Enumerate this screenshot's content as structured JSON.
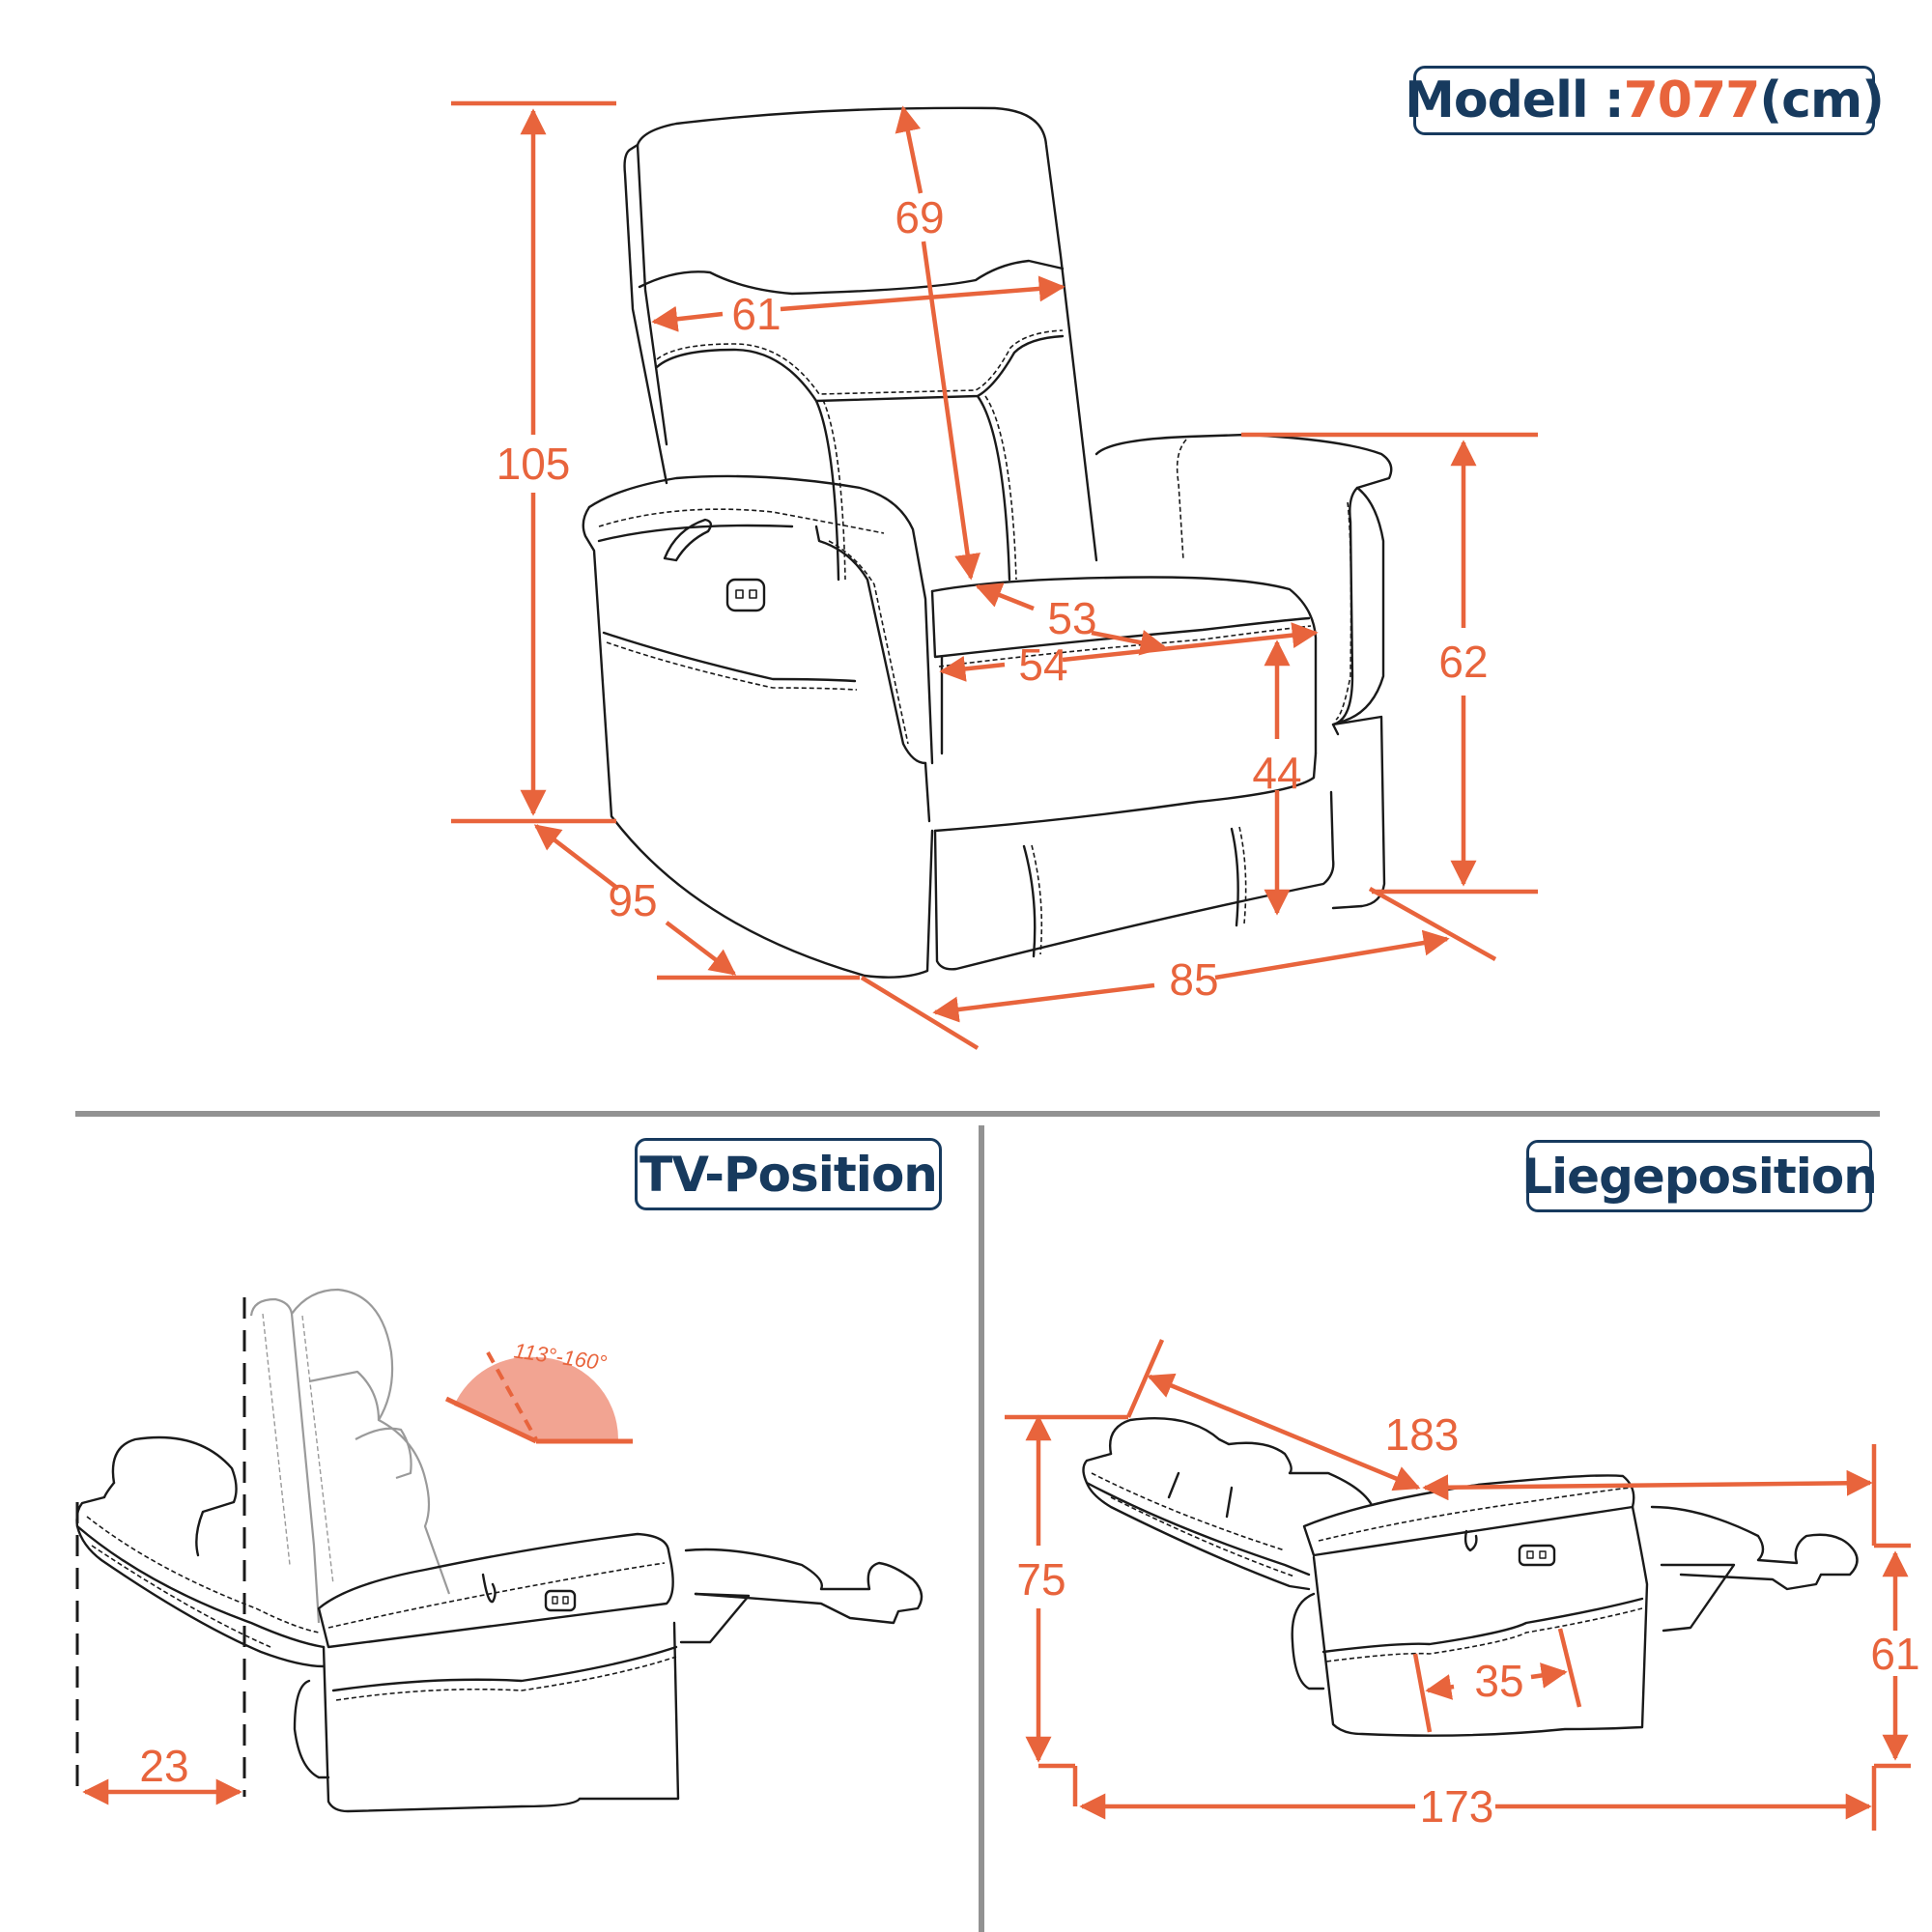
{
  "header": {
    "model_prefix": "Modell : ",
    "model_number": "7077",
    "unit": "(cm)"
  },
  "panels": {
    "tv_position": {
      "title": "TV-Position"
    },
    "lie_position": {
      "title": "Liegeposition"
    }
  },
  "dimensions_main": {
    "total_height": "105",
    "backrest_height": "69",
    "backrest_width": "61",
    "seat_depth": "53",
    "seat_width": "54",
    "seat_height": "44",
    "arm_height": "62",
    "depth": "95",
    "width": "85"
  },
  "dimensions_tv": {
    "wall_clearance": "23",
    "recline_angle": "113°-160°"
  },
  "dimensions_lie": {
    "total_length_diagonal": "183",
    "height_back": "75",
    "footrest_height": "61",
    "total_length": "173",
    "seat_front_width": "35"
  },
  "colors": {
    "accent": "#e8643c",
    "title": "#173a5e",
    "divider": "#929292",
    "line": "#1a1a1a"
  }
}
